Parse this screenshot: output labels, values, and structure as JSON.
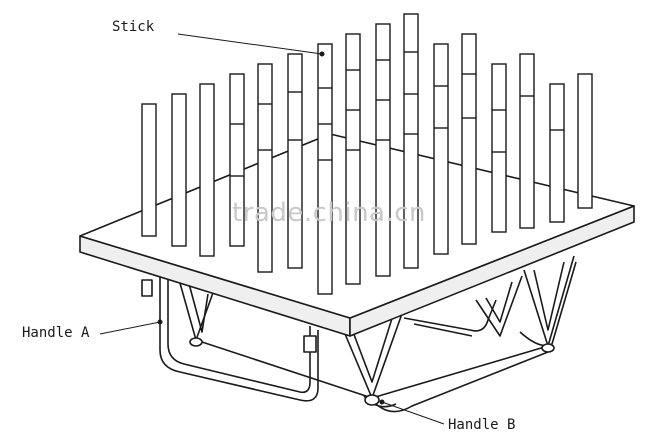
{
  "labels": {
    "stick": "Stick",
    "handle_a": "Handle A",
    "handle_b": "Handle B"
  },
  "watermark": "trade.china.cn",
  "colors": {
    "line": "#1a1a1a",
    "fill_front": "#ffffff",
    "fill_side": "#efefef",
    "watermark": "#c9c9c9"
  }
}
